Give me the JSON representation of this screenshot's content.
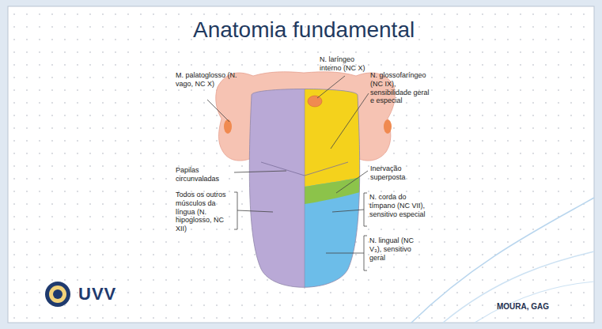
{
  "diagram": {
    "title": "Anatomia fundamental",
    "labels": [
      "N. laríngeo interno (NC X)",
      "M. palatoglosso (N. vago, NC X)",
      "N. glossofaríngeo (NC IX), sensibilidade geral e especial",
      "Papilas circunvaladas",
      "Inervação superposta",
      "Todos os outros músculos da língua (N. hipoglosso, NC XII)",
      "N. corda do tímpano (NC VII), sensitivo especial",
      "N. lingual (NC V₃), sensitivo geral",
      "UVV",
      "MOURA, GAG"
    ]
  }
}
